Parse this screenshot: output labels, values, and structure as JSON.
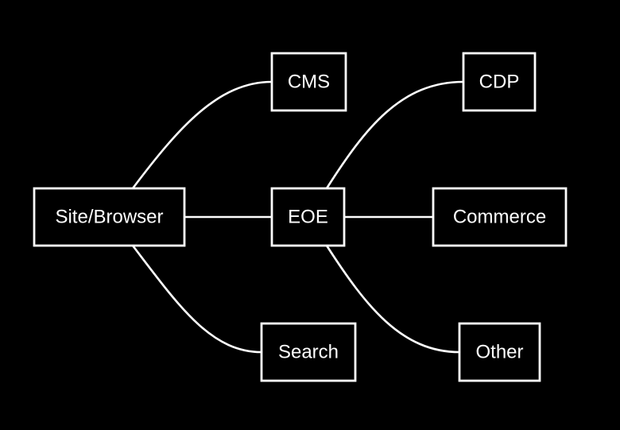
{
  "diagram": {
    "background_color": "#000000",
    "stroke_color": "#ffffff",
    "text_color": "#ffffff",
    "nodes": {
      "site": {
        "label": "Site/Browser"
      },
      "cms": {
        "label": "CMS"
      },
      "eoe": {
        "label": "EOE"
      },
      "search": {
        "label": "Search"
      },
      "cdp": {
        "label": "CDP"
      },
      "commerce": {
        "label": "Commerce"
      },
      "other": {
        "label": "Other"
      }
    },
    "edges": [
      {
        "from": "site",
        "to": "cms",
        "style": "curved"
      },
      {
        "from": "site",
        "to": "eoe",
        "style": "straight"
      },
      {
        "from": "site",
        "to": "search",
        "style": "curved"
      },
      {
        "from": "eoe",
        "to": "cdp",
        "style": "curved"
      },
      {
        "from": "eoe",
        "to": "commerce",
        "style": "straight"
      },
      {
        "from": "eoe",
        "to": "other",
        "style": "curved"
      }
    ]
  }
}
